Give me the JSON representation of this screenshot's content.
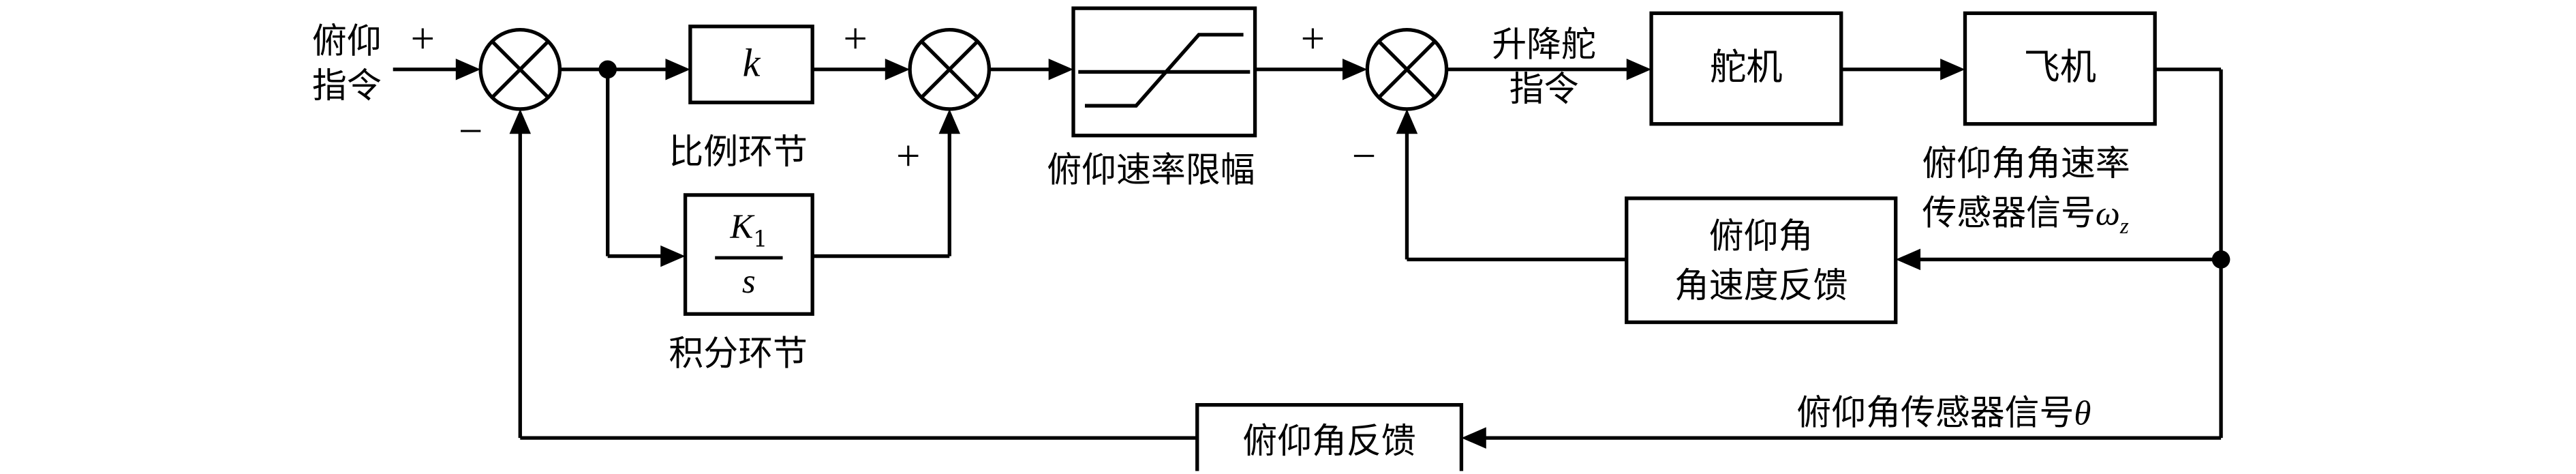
{
  "diagram": {
    "input_label": "俯仰\n指令",
    "signs": {
      "sum1_plus": "+",
      "sum1_minus": "−",
      "sum2_plus_top": "+",
      "sum2_plus_bottom": "+",
      "sum3_plus": "+",
      "sum3_minus": "−"
    },
    "blocks": {
      "proportional_gain": "k",
      "proportional_caption": "比例环节",
      "integrator_num_base": "K",
      "integrator_num_sub": "1",
      "integrator_den": "s",
      "integrator_caption": "积分环节",
      "rate_limiter_caption": "俯仰速率限幅",
      "servo": "舵机",
      "aircraft": "飞机",
      "rate_feedback": "俯仰角\n角速度反馈",
      "pitch_feedback": "俯仰角反馈"
    },
    "labels": {
      "elevator_command": "升降舵\n指令",
      "rate_sensor_line1": "俯仰角角速率",
      "rate_sensor_line2_prefix": "传感器信号",
      "rate_sensor_symbol": "ω",
      "rate_sensor_symbol_sub": "z",
      "pitch_sensor_prefix": "俯仰角传感器信号",
      "pitch_sensor_symbol": "θ"
    }
  }
}
